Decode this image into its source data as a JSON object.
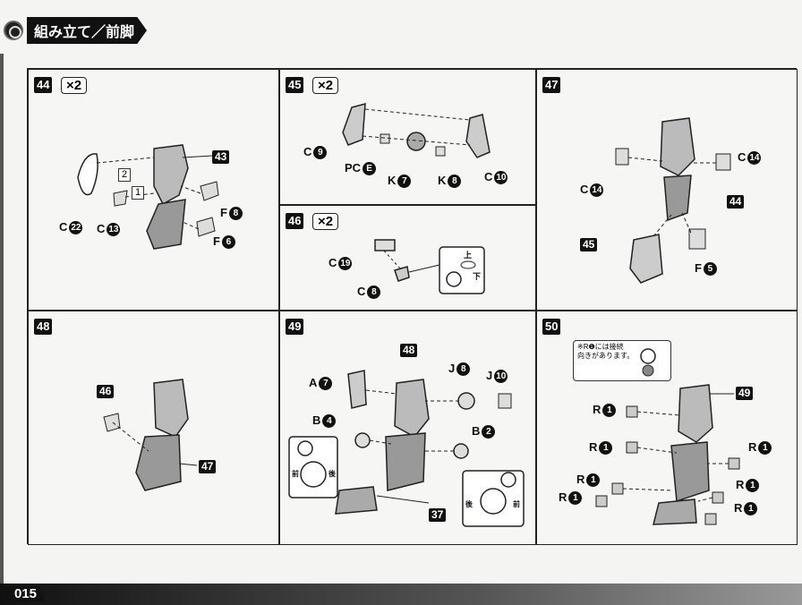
{
  "header": {
    "title": "組み立て／前脚"
  },
  "page_number": "015",
  "panels": {
    "p44": {
      "step": "44",
      "mult": "×2",
      "labels": {
        "c22": "C",
        "c22n": "22",
        "c13": "C",
        "c13n": "13",
        "f8": "F",
        "f8n": "8",
        "f6": "F",
        "f6n": "6",
        "box1": "1",
        "box2": "2",
        "tag43": "43"
      }
    },
    "p45": {
      "step": "45",
      "mult": "×2",
      "labels": {
        "c9": "C",
        "c9n": "9",
        "pce": "PC",
        "pcen": "E",
        "k7": "K",
        "k7n": "7",
        "k8": "K",
        "k8n": "8",
        "c10": "C",
        "c10n": "10"
      }
    },
    "p46": {
      "step": "46",
      "mult": "×2",
      "labels": {
        "c19": "C",
        "c19n": "19",
        "c8": "C",
        "c8n": "8",
        "up": "上",
        "down": "下"
      }
    },
    "p47": {
      "step": "47",
      "labels": {
        "c14a": "C",
        "c14an": "14",
        "c14b": "C",
        "c14bn": "14",
        "tag44": "44",
        "tag45": "45",
        "f5": "F",
        "f5n": "5"
      }
    },
    "p48": {
      "step": "48",
      "labels": {
        "tag46": "46",
        "tag47": "47"
      }
    },
    "p49": {
      "step": "49",
      "labels": {
        "a7": "A",
        "a7n": "7",
        "tag48": "48",
        "j8": "J",
        "j8n": "8",
        "j10": "J",
        "j10n": "10",
        "b4": "B",
        "b4n": "4",
        "b2": "B",
        "b2n": "2",
        "front1": "前",
        "back1": "後",
        "back2": "後",
        "front2": "前",
        "tag37": "37"
      }
    },
    "p50": {
      "step": "50",
      "note": "※R❶には接続\n向きがあります。",
      "labels": {
        "tag49": "49",
        "r": "R",
        "rn": "1"
      }
    }
  }
}
